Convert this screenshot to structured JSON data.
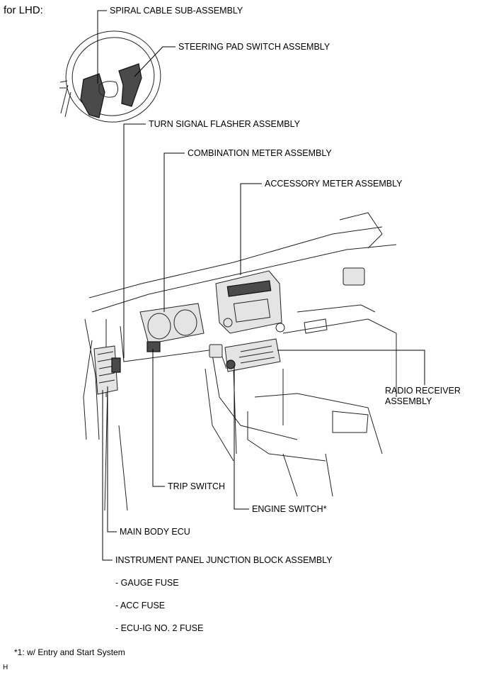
{
  "header": "for LHD:",
  "labels": {
    "spiral_cable": "SPIRAL CABLE SUB-ASSEMBLY",
    "steering_pad": "STEERING PAD SWITCH ASSEMBLY",
    "turn_signal": "TURN SIGNAL FLASHER ASSEMBLY",
    "combination_meter": "COMBINATION METER ASSEMBLY",
    "accessory_meter": "ACCESSORY METER ASSEMBLY",
    "radio_receiver_1": "RADIO RECEIVER",
    "radio_receiver_2": "ASSEMBLY",
    "trip_switch": "TRIP SWITCH",
    "engine_switch": "ENGINE SWITCH*",
    "main_body_ecu": "MAIN BODY ECU",
    "ip_junction_block": "INSTRUMENT PANEL JUNCTION BLOCK ASSEMBLY"
  },
  "fuses": [
    "- GAUGE FUSE",
    "- ACC FUSE",
    "- ECU-IG NO. 2 FUSE"
  ],
  "footnote": "*1: w/ Entry and Start System",
  "corner_mark": "H"
}
